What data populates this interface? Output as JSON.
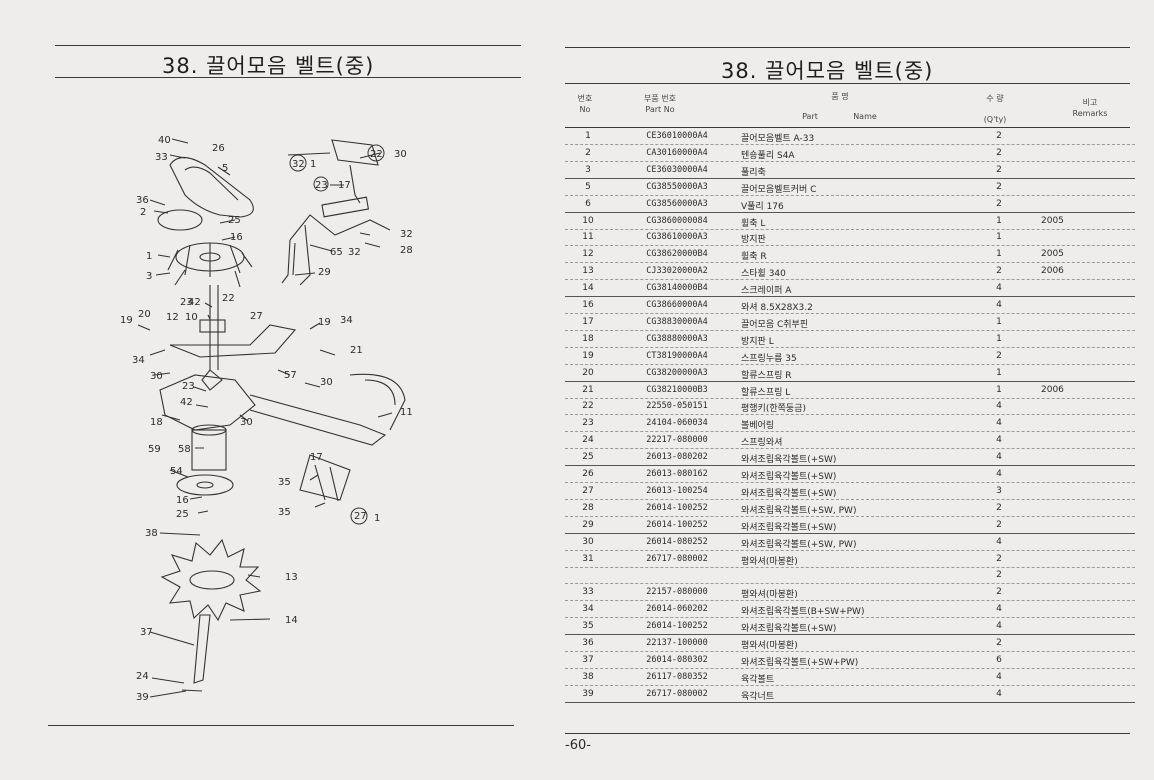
{
  "left_page": {
    "title": "38. 끌어모음 벨트(중)"
  },
  "right_page": {
    "title": "38. 끌어모음 벨트(중)",
    "headers": {
      "no_ko": "번호",
      "no_en": "No",
      "part_no_ko": "부품 번호",
      "part_no_en": "Part  No",
      "part_name_ko": "품  명",
      "part_name_en_1": "Part",
      "part_name_en_2": "Name",
      "qty_ko": "수 량",
      "qty_en": "(Q'ty)",
      "remarks_ko": "비고",
      "remarks_en": "Remarks"
    },
    "page_number": "-60-"
  },
  "diagram_labels": [
    "40",
    "26",
    "33",
    "5",
    "32",
    "1",
    "22",
    "30",
    "23",
    "17",
    "36",
    "2",
    "25",
    "16",
    "1",
    "65",
    "32",
    "32",
    "28",
    "3",
    "29",
    "42",
    "23",
    "22",
    "19",
    "20",
    "12",
    "10",
    "27",
    "19",
    "34",
    "34",
    "21",
    "30",
    "57",
    "30",
    "11",
    "23",
    "42",
    "18",
    "30",
    "59",
    "58",
    "54",
    "17",
    "35",
    "16",
    "25",
    "35",
    "27",
    "1",
    "38",
    "13",
    "37",
    "14",
    "24",
    "39"
  ],
  "table_rows": [
    {
      "no": "1",
      "code": "CE36010000A4",
      "name": "끌어모음벨트 A-33",
      "qty": "2",
      "remark": ""
    },
    {
      "no": "2",
      "code": "CA30160000A4",
      "name": "텐숑풀리 S4A",
      "qty": "2",
      "remark": ""
    },
    {
      "no": "3",
      "code": "CE36030000A4",
      "name": "풀리축",
      "qty": "2",
      "remark": ""
    },
    {
      "no": "5",
      "code": "CG38550000A3",
      "name": "끌어모음벨트커버 C",
      "qty": "2",
      "remark": ""
    },
    {
      "no": "6",
      "code": "CG38560000A3",
      "name": "V풀리 176",
      "qty": "2",
      "remark": ""
    },
    {
      "no": "10",
      "code": "CG3860000084",
      "name": "휠축 L",
      "qty": "1",
      "remark": "2005"
    },
    {
      "no": "11",
      "code": "CG38610000A3",
      "name": "방지판",
      "qty": "1",
      "remark": ""
    },
    {
      "no": "12",
      "code": "CG38620000B4",
      "name": "휠축 R",
      "qty": "1",
      "remark": "2005"
    },
    {
      "no": "13",
      "code": "CJ33020000A2",
      "name": "스타휠 340",
      "qty": "2",
      "remark": "2006"
    },
    {
      "no": "14",
      "code": "CG38140000B4",
      "name": "스크레이퍼 A",
      "qty": "4",
      "remark": ""
    },
    {
      "no": "16",
      "code": "CG38660000A4",
      "name": "와셔 8.5X28X3.2",
      "qty": "4",
      "remark": ""
    },
    {
      "no": "17",
      "code": "CG38830000A4",
      "name": "끌어모음 C취부핀",
      "qty": "1",
      "remark": ""
    },
    {
      "no": "18",
      "code": "CG38880000A3",
      "name": "방지판 L",
      "qty": "1",
      "remark": ""
    },
    {
      "no": "19",
      "code": "CT38190000A4",
      "name": "스프링누름 35",
      "qty": "2",
      "remark": ""
    },
    {
      "no": "20",
      "code": "CG38200000A3",
      "name": "할류스프링 R",
      "qty": "1",
      "remark": ""
    },
    {
      "no": "21",
      "code": "CG38210000B3",
      "name": "할류스프링 L",
      "qty": "1",
      "remark": "2006"
    },
    {
      "no": "22",
      "code": "22550-050151",
      "name": "평행키(한쪽둥금)",
      "qty": "4",
      "remark": ""
    },
    {
      "no": "23",
      "code": "24104-060034",
      "name": "볼베어링",
      "qty": "4",
      "remark": ""
    },
    {
      "no": "24",
      "code": "22217-080000",
      "name": "스프링와셔",
      "qty": "4",
      "remark": ""
    },
    {
      "no": "25",
      "code": "26013-080202",
      "name": "와셔조립육각볼트(+SW)",
      "qty": "4",
      "remark": ""
    },
    {
      "no": "26",
      "code": "26013-080162",
      "name": "와셔조립육각볼트(+SW)",
      "qty": "4",
      "remark": ""
    },
    {
      "no": "27",
      "code": "26013-100254",
      "name": "와셔조립육각볼트(+SW)",
      "qty": "3",
      "remark": ""
    },
    {
      "no": "28",
      "code": "26014-100252",
      "name": "와셔조립육각볼트(+SW, PW)",
      "qty": "2",
      "remark": ""
    },
    {
      "no": "29",
      "code": "26014-100252",
      "name": "와셔조립육각볼트(+SW)",
      "qty": "2",
      "remark": ""
    },
    {
      "no": "30",
      "code": "26014-080252",
      "name": "와셔조립육각볼트(+SW, PW)",
      "qty": "4",
      "remark": ""
    },
    {
      "no": "31",
      "code": "26717-080002",
      "name": "평와셔(마봉환)",
      "qty": "2",
      "remark": ""
    },
    {
      "no": "",
      "code": "",
      "name": "",
      "qty": "2",
      "remark": ""
    },
    {
      "no": "33",
      "code": "22157-080000",
      "name": "평와셔(마봉환)",
      "qty": "2",
      "remark": ""
    },
    {
      "no": "34",
      "code": "26014-060202",
      "name": "와셔조립육각볼트(B+SW+PW)",
      "qty": "4",
      "remark": ""
    },
    {
      "no": "35",
      "code": "26014-100252",
      "name": "와셔조립육각볼트(+SW)",
      "qty": "4",
      "remark": ""
    },
    {
      "no": "36",
      "code": "22137-100000",
      "name": "평와셔(마봉환)",
      "qty": "2",
      "remark": ""
    },
    {
      "no": "37",
      "code": "26014-080302",
      "name": "와셔조립육각볼트(+SW+PW)",
      "qty": "6",
      "remark": ""
    },
    {
      "no": "38",
      "code": "26117-080352",
      "name": "육각볼트",
      "qty": "4",
      "remark": ""
    },
    {
      "no": "39",
      "code": "26717-080002",
      "name": "육각너트",
      "qty": "4",
      "remark": ""
    }
  ]
}
